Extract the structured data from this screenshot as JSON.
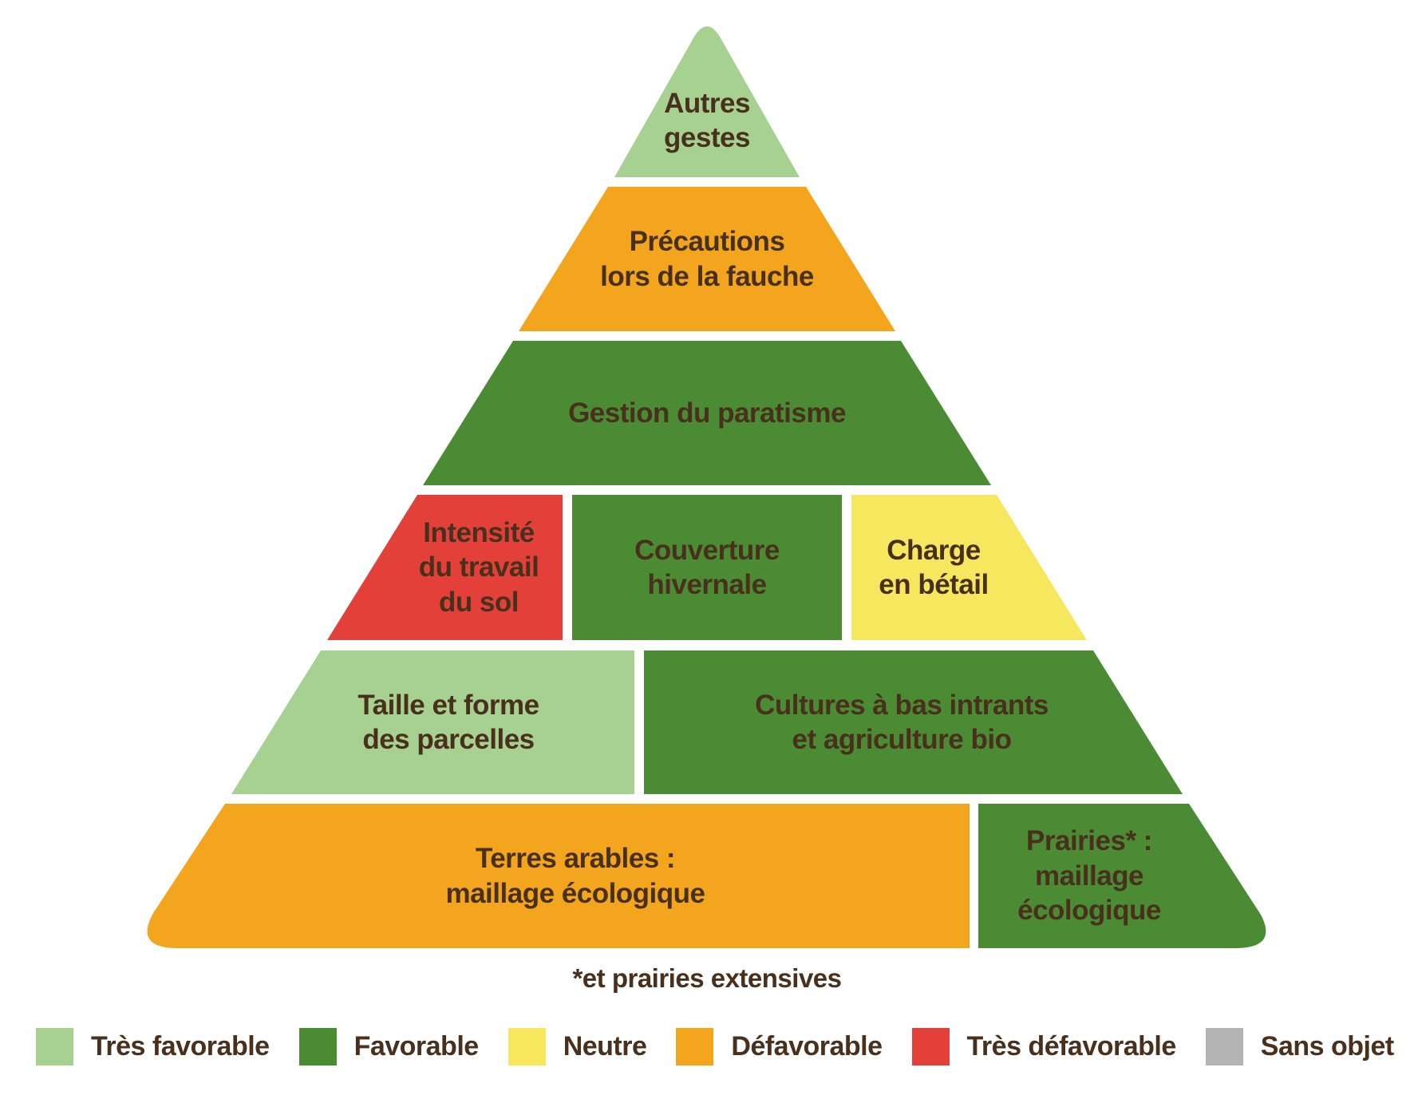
{
  "colors": {
    "tres_favorable": "#a7d190",
    "favorable": "#4a8b33",
    "neutre": "#f7e75e",
    "defavorable": "#f3a51e",
    "tres_defavorable": "#e34039",
    "sans_objet": "#b4b4b4",
    "text_brown": "#48301d",
    "background": "#ffffff"
  },
  "pyramid": {
    "blocks": [
      {
        "id": "autres-gestes",
        "label": "Autres\ngestes",
        "rating": "tres_favorable"
      },
      {
        "id": "precautions-fauche",
        "label": "Précautions\nlors de la fauche",
        "rating": "defavorable"
      },
      {
        "id": "gestion-paratisme",
        "label": "Gestion du paratisme",
        "rating": "favorable"
      },
      {
        "id": "intensite-travail-sol",
        "label": "Intensité\ndu travail\ndu sol",
        "rating": "tres_defavorable"
      },
      {
        "id": "couverture-hivernale",
        "label": "Couverture\nhivernale",
        "rating": "favorable"
      },
      {
        "id": "charge-betail",
        "label": "Charge\nen bétail",
        "rating": "neutre"
      },
      {
        "id": "taille-forme-parcelles",
        "label": "Taille et forme\ndes parcelles",
        "rating": "tres_favorable"
      },
      {
        "id": "cultures-bas-intrants",
        "label": "Cultures à bas intrants\net agriculture bio",
        "rating": "favorable"
      },
      {
        "id": "terres-arables",
        "label": "Terres arables :\nmaillage écologique",
        "rating": "defavorable"
      },
      {
        "id": "prairies-maillage",
        "label": "Prairies* :\nmaillage\nécologique",
        "rating": "favorable"
      }
    ]
  },
  "footnote": "*et prairies extensives",
  "legend": [
    {
      "label": "Très favorable",
      "color": "#a7d190"
    },
    {
      "label": "Favorable",
      "color": "#4a8b33"
    },
    {
      "label": "Neutre",
      "color": "#f7e75e"
    },
    {
      "label": "Défavorable",
      "color": "#f3a51e"
    },
    {
      "label": "Très défavorable",
      "color": "#e34039"
    },
    {
      "label": "Sans objet",
      "color": "#b4b4b4"
    }
  ]
}
